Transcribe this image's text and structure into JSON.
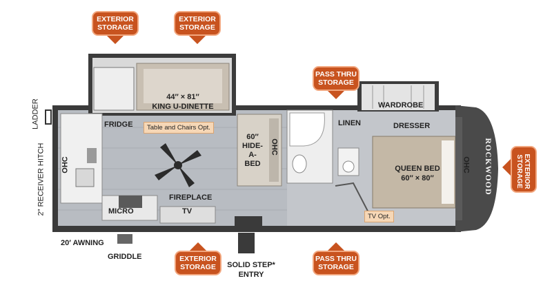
{
  "storage": {
    "top_left": [
      "EXTERIOR",
      "STORAGE"
    ],
    "top_center": [
      "EXTERIOR",
      "STORAGE"
    ],
    "top_pass": [
      "PASS THRU",
      "STORAGE"
    ],
    "right": [
      "EXTERIOR",
      "STORAGE"
    ],
    "bottom_exterior": [
      "EXTERIOR",
      "STORAGE"
    ],
    "bottom_pass": [
      "PASS THRU",
      "STORAGE"
    ]
  },
  "labels": {
    "ladder": "LADDER",
    "receiver_hitch": "2″ RECEIVER HITCH",
    "awning": "20′ AWNING",
    "griddle": "GRIDDLE",
    "fridge": "FRIDGE",
    "ohc_left": "OHC",
    "micro": "MICRO",
    "fireplace": "FIREPLACE",
    "tv": "TV",
    "dinette_size": "44″ × 81″",
    "dinette_name": "KING U-DINETTE",
    "table_opt": "Table and Chairs Opt.",
    "hide_a_bed": [
      "60″",
      "HIDE-",
      "A-",
      "BED"
    ],
    "ohc_center": "OHC",
    "linen": "LINEN",
    "wardrobe": "WARDROBE",
    "dresser": "DRESSER",
    "queen_bed": "QUEEN BED",
    "queen_size": "60″ × 80″",
    "ohc_right": "OHC",
    "tv_opt": "TV Opt.",
    "entry": [
      "SOLID STEP*",
      "ENTRY"
    ],
    "brand": "ROCKWOOD"
  },
  "colors": {
    "storage_badge": "#c8531f",
    "option_tag": "#f6d7b6",
    "floor": "#b8bcc2"
  }
}
